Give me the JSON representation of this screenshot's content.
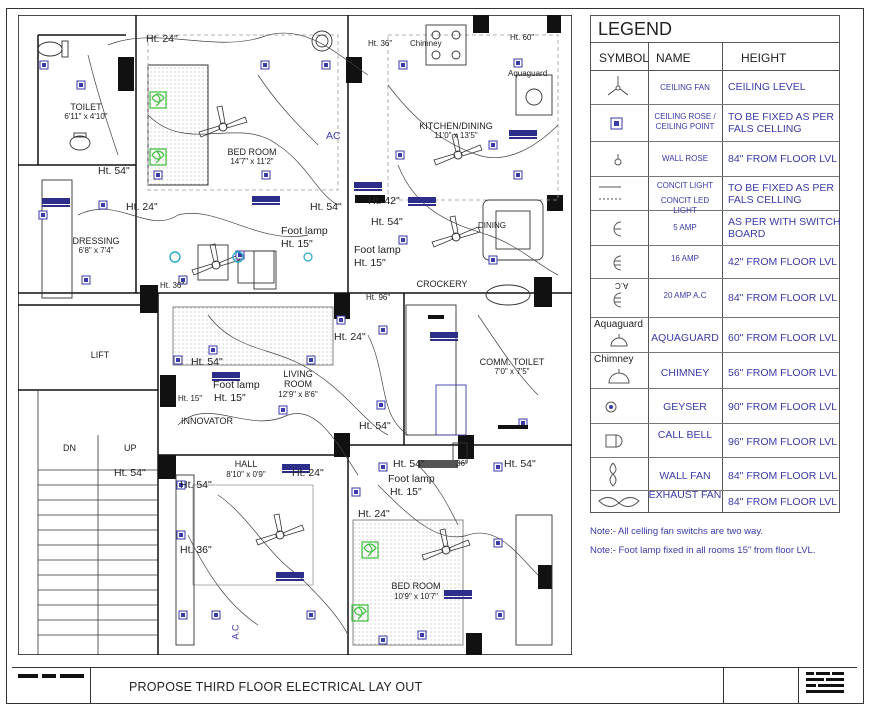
{
  "plan": {
    "rooms": {
      "toilet": {
        "name": "TOILET",
        "dim": "6'11\" x 4'10\""
      },
      "bedroom1": {
        "name": "BED ROOM",
        "dim": "14'7\" x 11'2\""
      },
      "kitchen": {
        "name": "KITCHEN/DINING",
        "dim": "11'0\" x 13'5\""
      },
      "dressing": {
        "name": "DRESSING",
        "dim": "6'8\" x 7'4\""
      },
      "lift": {
        "name": "LIFT"
      },
      "living": {
        "name": "LIVING",
        "name2": "ROOM",
        "dim": "12'9\" x 8'6\""
      },
      "comm_toilet": {
        "name": "COMM. TOILET",
        "dim": "7'0\" x 7'5\""
      },
      "crockery": {
        "name": "CROCKERY"
      },
      "hall": {
        "name": "HALL",
        "dim": "8'10\" x 0'9\""
      },
      "bedroom2": {
        "name": "BED ROOM",
        "dim": "10'9\" x 10'7\""
      },
      "innovator": {
        "name": "INNOVATOR"
      },
      "stairs_dn": "DN",
      "stairs_up": "UP",
      "dining_label": "DINING"
    },
    "labels": {
      "ht24_a": "Ht. 24\"",
      "ht36_top": "Ht. 36\"",
      "chimney": "Chimney",
      "ht60_aquaguard": "Ht. 60\"",
      "aquaguard": "Aquaguard",
      "ht54_dress": "Ht. 54\"",
      "ht24_dress": "Ht. 24\"",
      "ht54_bed": "Ht. 54\"",
      "ht42": "Ht. 42\"",
      "ht54_kit": "Ht. 54\"",
      "footlamp1": "Foot lamp",
      "footlamp1_ht": "Ht. 15\"",
      "footlamp2": "Foot lamp",
      "footlamp2_ht": "Ht. 15\"",
      "ht96": "Ht. 96\"",
      "ht36_mid": "Ht. 36\"",
      "ht24_living": "Ht. 24\"",
      "ht54_living": "Ht. 54\"",
      "footlamp3": "Foot lamp",
      "footlamp3_ht": "Ht. 15\"",
      "ht15_inn": "Ht. 15\"",
      "ht54_comm": "Ht. 54\"",
      "ht54_stair": "Ht. 54\"",
      "ht54_hall": "Ht. 54\"",
      "ht24_hall": "Ht. 24\"",
      "ht54_hall2": "Ht. 54\"",
      "ht36_hall2": "36\"",
      "ht54_right": "Ht. 54\"",
      "footlamp4": "Foot lamp",
      "footlamp4_ht": "Ht. 15\"",
      "ht24_bed2": "Ht. 24\"",
      "ht36_hall": "Ht. 36\"",
      "ac1": "AC",
      "ac2": "A.C"
    }
  },
  "legend": {
    "title": "LEGEND",
    "headers": {
      "symbol": "SYMBOL",
      "name": "NAME",
      "height": "HEIGHT"
    },
    "rows": [
      {
        "icon": "ceiling-fan-icon",
        "name": "CEILING FAN",
        "height": "CEILING LEVEL"
      },
      {
        "icon": "ceiling-rose-icon",
        "name": "CEILING ROSE / CEILING POINT",
        "height": "TO BE FIXED AS PER FALS CELLING"
      },
      {
        "icon": "wall-rose-icon",
        "name": "WALL ROSE",
        "height": "84\" FROM FLOOR LVL"
      },
      {
        "icon": "concealed-light-icon",
        "name": "CONCIT LIGHT",
        "name2": "CONCIT LED LIGHT",
        "height": "TO BE FIXED AS PER FALS CELLING"
      },
      {
        "icon": "socket-5amp-icon",
        "name": "5 AMP",
        "height": "AS PER WITH SWITCH BOARD"
      },
      {
        "icon": "socket-16amp-icon",
        "name": "16 AMP",
        "height": "42\" FROM FLOOR LVL"
      },
      {
        "icon": "socket-20amp-ac-icon",
        "name": "20 AMP A.C",
        "height": "84\" FROM FLOOR LVL",
        "symbol_caption": "A.C"
      },
      {
        "icon": "aquaguard-icon",
        "name": "AQUAGUARD",
        "height": "60\" FROM FLOOR LVL",
        "symbol_caption": "Aquaguard"
      },
      {
        "icon": "chimney-icon",
        "name": "CHIMNEY",
        "height": "56\" FROM FLOOR LVL",
        "symbol_caption": "Chimney"
      },
      {
        "icon": "geyser-icon",
        "name": "GEYSER",
        "height": "90\" FROM FLOOR LVL"
      },
      {
        "icon": "call-bell-icon",
        "name": "CALL BELL",
        "height": "96\" FROM FLOOR LVL"
      },
      {
        "icon": "wall-fan-icon",
        "name": "WALL FAN",
        "height": "84\" FROM FLOOR LVL"
      },
      {
        "icon": "exhaust-fan-icon",
        "name": "EXHAUST FAN",
        "height": "84\" FROM FLOOR LVL"
      }
    ]
  },
  "notes": [
    "Note:- All celling fan switchs are two way.",
    "Note:- Foot lamp fixed in all rooms 15\" from floor LVL."
  ],
  "title_block": {
    "title": "PROPOSE THIRD FLOOR ELECTRICAL LAY OUT"
  },
  "colors": {
    "symbol": "#3a3aa8",
    "wall": "#111111",
    "fixture": "#3fbf3f",
    "cyan": "#2aa8c8"
  }
}
